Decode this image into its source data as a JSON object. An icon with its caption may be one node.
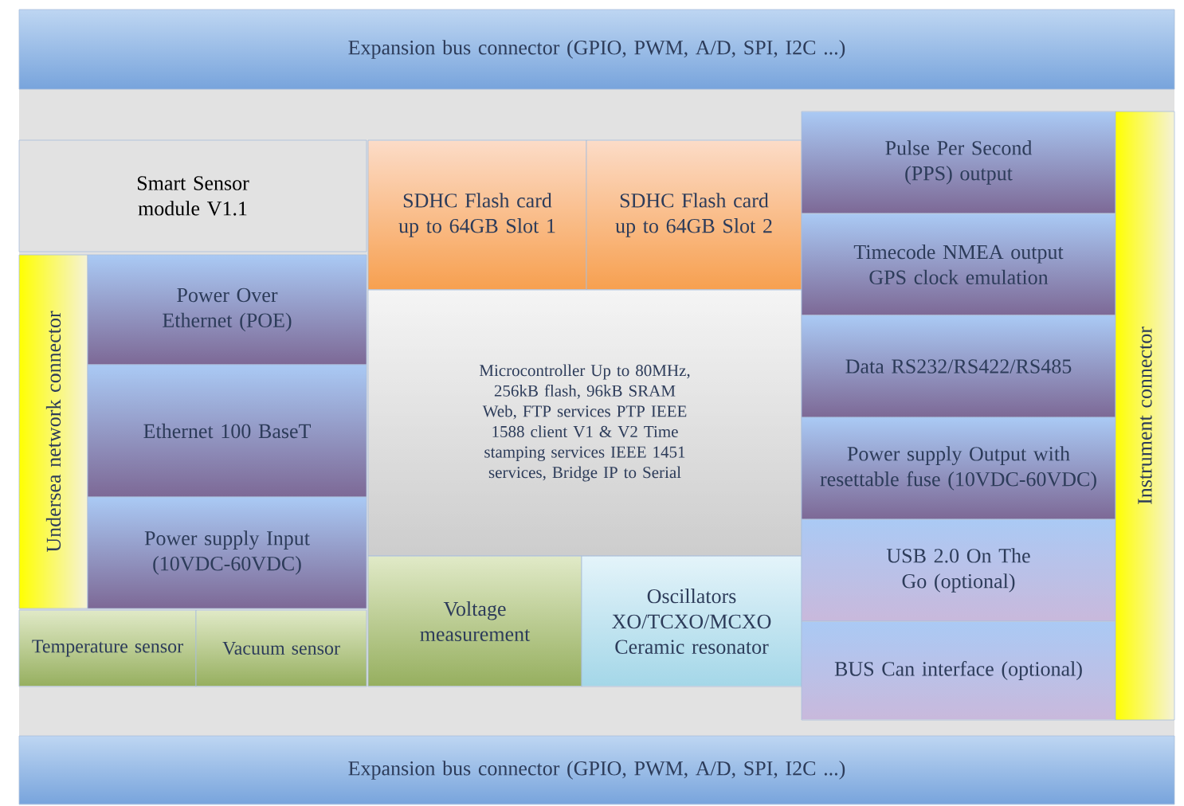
{
  "diagram": {
    "nodes": [
      {
        "text": [
          "Expansion bus connector (GPIO, PWM, A/D, SPI, I2C ...)"
        ]
      },
      {
        "text": [
          "Smart Sensor module V1.1"
        ]
      },
      {
        "text": [
          "Undersea network connector"
        ]
      },
      {
        "text": [
          "Power Over Ethernet (POE)"
        ]
      },
      {
        "text": [
          "Ethernet 100 BaseT"
        ]
      },
      {
        "text": [
          "Power supply Input (10VDC-60VDC)"
        ]
      },
      {
        "text": [
          "Temperature sensor"
        ]
      },
      {
        "text": [
          "Vacuum sensor"
        ]
      },
      {
        "text": [
          "SDHC Flash card up to 64GB Slot 1"
        ]
      },
      {
        "text": [
          "SDHC Flash card up to 64GB Slot 2"
        ]
      },
      {
        "text": [
          "Microcontroller Up to 80MHz, 256kB flash, 96kB SRAM Web, FTP services PTP IEEE 1588 client V1 & V2 Time stamping services IEEE 1451 services, Bridge IP to Serial"
        ]
      },
      {
        "text": [
          "Voltage measurement"
        ]
      },
      {
        "text": [
          "Oscillators XO/TCXO/MCXO Ceramic resonator"
        ]
      },
      {
        "text": [
          "Pulse Per Second (PPS) output"
        ]
      },
      {
        "text": [
          "Timecode NMEA output GPS clock emulation"
        ]
      },
      {
        "text": [
          "Data RS232/RS422/RS485"
        ]
      },
      {
        "text": [
          "Power supply Output with resettable fuse (10VDC-60VDC)"
        ]
      },
      {
        "text": [
          "USB 2.0 On The Go (optional)"
        ]
      },
      {
        "text": [
          "BUS Can interface (optional)"
        ]
      },
      {
        "text": [
          "Instrument connector"
        ]
      },
      {
        "text": [
          "Expansion bus connector (GPIO, PWM, A/D, SPI, I2C ...)"
        ]
      }
    ]
  }
}
